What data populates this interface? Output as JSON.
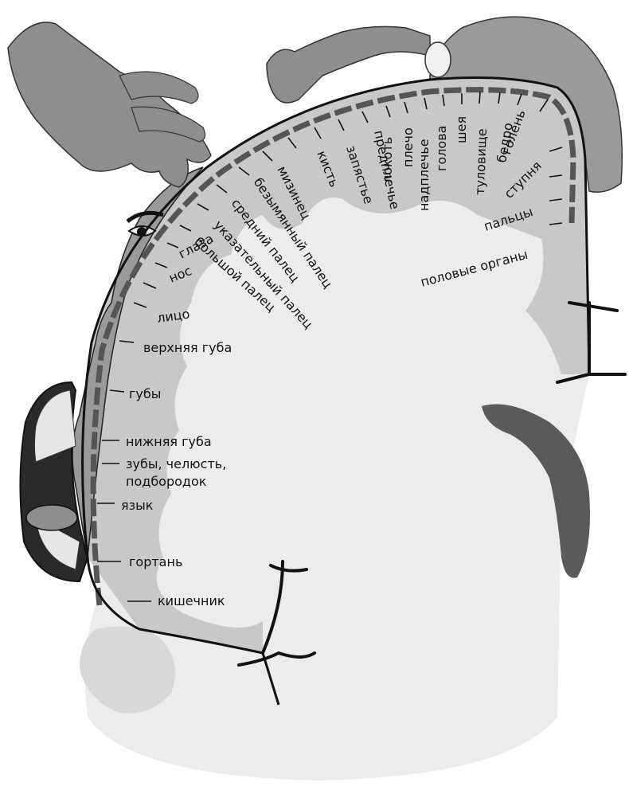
{
  "labels": {
    "genitals": "половые органы",
    "toes": "пальцы",
    "foot": "ступня",
    "shin": "голень",
    "thigh": "бедро",
    "trunk": "туловище",
    "neck": "шея",
    "head": "голова",
    "shoulder_girdle": "надплечье",
    "shoulder": "плечо",
    "elbow": "локоть",
    "forearm": "предплечье",
    "wrist": "запястье",
    "hand": "кисть",
    "little_finger": "мизинец",
    "ring_finger": "безымянный палец",
    "middle_finger": "средний палец",
    "index_finger": "указательный палец",
    "thumb": "большой палец",
    "eyes": "глаза",
    "nose": "нос",
    "face": "лицо",
    "upper_lip": "верхняя губа",
    "lips": "губы",
    "lower_lip": "нижняя губа",
    "teeth_jaw_1": "зубы, челюсть,",
    "teeth_jaw_2": "подбородок",
    "tongue": "язык",
    "larynx": "гортань",
    "intestine": "кишечник"
  },
  "colors": {
    "cortex": "#c8c8c8",
    "white_matter": "#ececec",
    "homunculus": "#9a9a9a",
    "outline": "#111111",
    "ventricle": "#5a5a5a"
  }
}
